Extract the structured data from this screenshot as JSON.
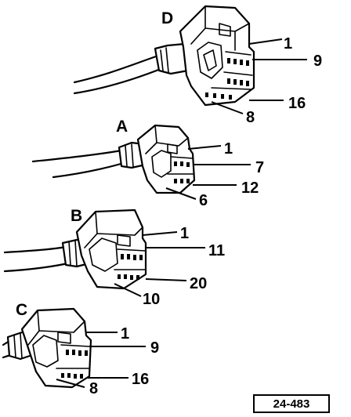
{
  "connectors": [
    {
      "id": "D",
      "letter": "D",
      "pin_labels": [
        "1",
        "9",
        "16",
        "8"
      ]
    },
    {
      "id": "A",
      "letter": "A",
      "pin_labels": [
        "1",
        "7",
        "12",
        "6"
      ]
    },
    {
      "id": "B",
      "letter": "B",
      "pin_labels": [
        "1",
        "11",
        "20",
        "10"
      ]
    },
    {
      "id": "C",
      "letter": "C",
      "pin_labels": [
        "1",
        "9",
        "16",
        "8"
      ]
    }
  ],
  "figure_ref": "24-483"
}
